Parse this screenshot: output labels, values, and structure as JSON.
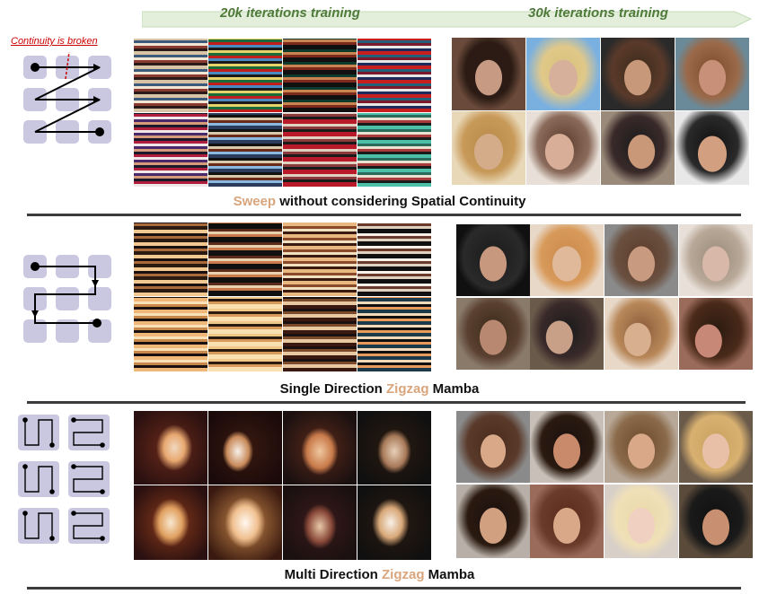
{
  "header": {
    "label_20k": "20k iterations training",
    "label_30k": "30k iterations training",
    "arrow_color": "#e3efdb"
  },
  "annotation": {
    "continuity_broken": "Continuity is broken"
  },
  "rows": [
    {
      "caption_accent": "Sweep",
      "caption_rest": " without considering Spatial Continuity",
      "diagram": "sweep-scan-diagram",
      "left_grid": "noisy-texture-samples",
      "right_grid": "distorted-face-samples"
    },
    {
      "caption_pre": "Single Direction ",
      "caption_accent": "Zigzag",
      "caption_post": " Mamba",
      "diagram": "single-zigzag-diagram",
      "left_grid": "warm-texture-samples",
      "right_grid": "blurry-face-samples"
    },
    {
      "caption_pre": "Multi Direction ",
      "caption_accent": "Zigzag",
      "caption_post": " Mamba",
      "diagram": "multi-zigzag-diagram",
      "left_grid": "blob-face-samples",
      "right_grid": "realistic-face-samples"
    }
  ],
  "colors": {
    "accent": "#d9a57c",
    "cell": "#c9c8e0",
    "rule": "#3b3b3b",
    "header_text": "#4f7a3a",
    "broken": "#cc0000"
  }
}
